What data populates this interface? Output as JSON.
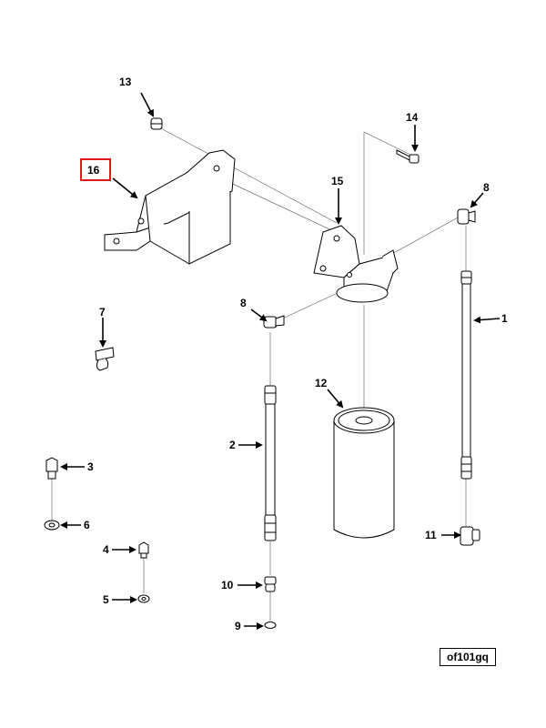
{
  "callouts": {
    "c1": "1",
    "c2": "2",
    "c3": "3",
    "c4": "4",
    "c5": "5",
    "c6": "6",
    "c7": "7",
    "c8a": "8",
    "c8b": "8",
    "c9": "9",
    "c10": "10",
    "c11": "11",
    "c12": "12",
    "c13": "13",
    "c14": "14",
    "c15": "15",
    "c16": "16"
  },
  "highlighted_callout": "16",
  "highlight_color": "#e01818",
  "figure_ref": "of101gq"
}
